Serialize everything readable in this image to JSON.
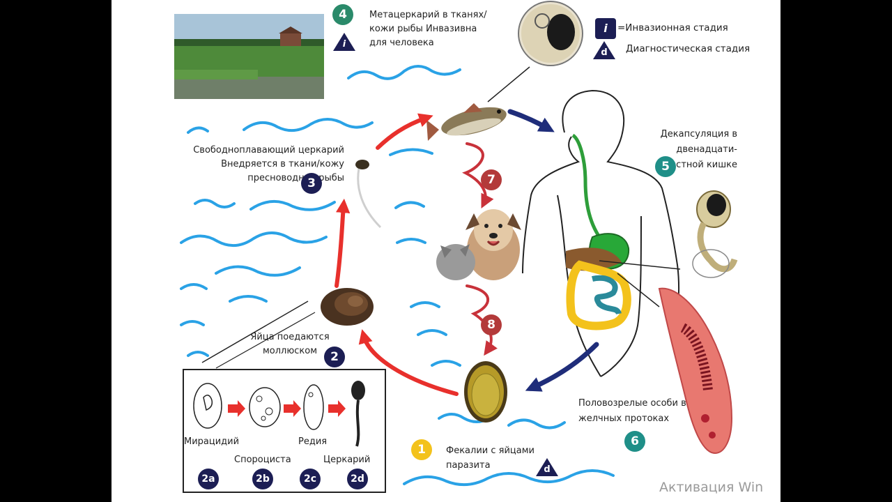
{
  "legend": {
    "invasive_symbol": "i",
    "invasive_text": "=Инвазионная стадия",
    "diagnostic_symbol": "d",
    "diagnostic_text": "Диагностическая стадия"
  },
  "stages": {
    "s1": {
      "number": "1",
      "text": "Фекалии с яйцами паразита"
    },
    "s2": {
      "number": "2",
      "text": "Яйца поедаются моллюском"
    },
    "s3": {
      "number": "3",
      "text": "Свободноплавающий церкарий Внедряется в ткани/кожу пресноводной рыбы"
    },
    "s4": {
      "number": "4",
      "text": "Метацеркарий в тканях/кожи рыбы Инвазивна для человека"
    },
    "s5": {
      "number": "5",
      "text": "Декапсуляция в двенадцати-перстной кишке"
    },
    "s6": {
      "number": "6",
      "text": "Половозрелые особи в желчных протоках"
    },
    "s7": {
      "number": "7"
    },
    "s8": {
      "number": "8"
    }
  },
  "sub_stages": [
    {
      "code": "2a",
      "label": "Мирацидий"
    },
    {
      "code": "2b",
      "label": "Спороциста"
    },
    {
      "code": "2c",
      "label": "Редия"
    },
    {
      "code": "2d",
      "label": "Церкарий"
    }
  ],
  "colors": {
    "cycle_arrow": "#e8302c",
    "human_arrow": "#1f2d7a",
    "water": "#2aa2e6",
    "bile_duct": "#2e9e3a",
    "navy_badge": "#1c1e54"
  },
  "watermark": "Активация Win"
}
